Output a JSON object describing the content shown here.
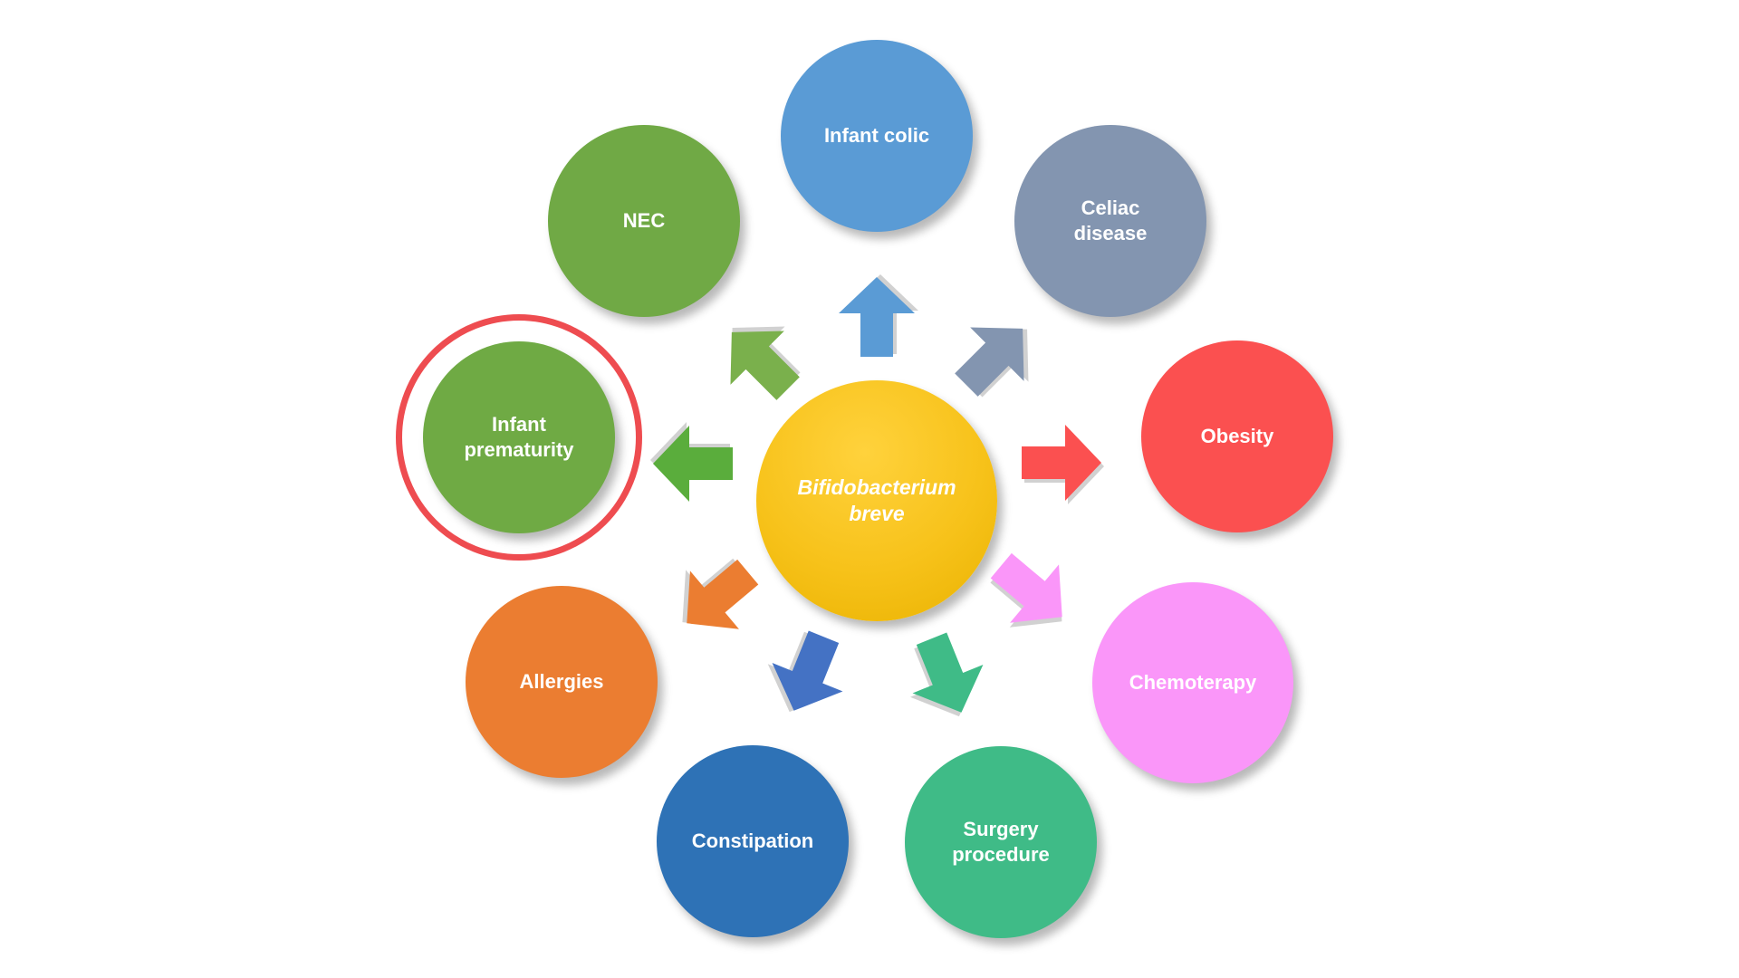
{
  "diagram": {
    "center": {
      "label": "Bifidobacterium breve",
      "color": "#f7c21a"
    },
    "nodes": [
      {
        "key": "infant-colic",
        "label": "Infant colic",
        "color": "#5a9bd5"
      },
      {
        "key": "celiac-disease",
        "label": "Celiac disease",
        "color": "#8395b0"
      },
      {
        "key": "obesity",
        "label": "Obesity",
        "color": "#fb5050"
      },
      {
        "key": "chemoterapy",
        "label": "Chemoterapy",
        "color": "#fa96f9"
      },
      {
        "key": "surgery-procedure",
        "label": "Surgery procedure",
        "color": "#3fbb87"
      },
      {
        "key": "constipation",
        "label": "Constipation",
        "color": "#2e72b6"
      },
      {
        "key": "allergies",
        "label": "Allergies",
        "color": "#eb7d31"
      },
      {
        "key": "infant-prematurity",
        "label": "Infant prematurity",
        "color": "#6faa44",
        "highlighted": true
      },
      {
        "key": "nec",
        "label": "NEC",
        "color": "#70a945"
      }
    ],
    "highlight_color": "#ee4c50"
  }
}
